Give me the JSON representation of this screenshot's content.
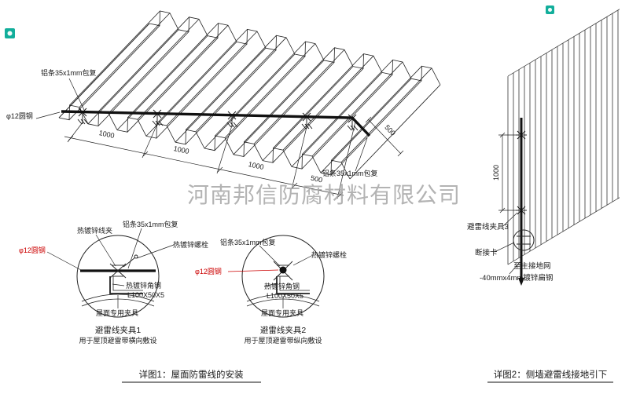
{
  "company_watermark": "河南邦信防腐材料有限公司",
  "colors": {
    "leader_red": "#cc0000",
    "badge_teal": "#12ae9b",
    "watermark_gray": "#a6a6a6"
  },
  "roof_plan": {
    "label_alu_strip_top": "铝条35x1mm包复",
    "label_alu_strip_right": "铝条35x1mm包复",
    "label_round_steel": "φ12圆钢",
    "dim_1000": "1000",
    "dim_500": "500",
    "dim_500_side": "500"
  },
  "detail_clamp1": {
    "label_wire_clamp": "热镀锌线夹",
    "label_alu_strip": "铝条35x1mm包复",
    "label_bolt": "热镀锌螺栓",
    "label_round_steel": "φ12圆钢",
    "label_angle_steel": "热镀锌角钢",
    "label_angle_spec": "L100X50X5",
    "label_roof_clamp": "屋面专用夹具",
    "title": "避雷线夹具1",
    "subtitle": "用于屋顶避雷带横向敷设"
  },
  "detail_clamp2": {
    "label_alu_strip": "铝条35x1mm包复",
    "label_bolt": "热镀锌螺栓",
    "label_round_steel": "φ12圆钢",
    "label_angle_steel": "热镀锌角钢",
    "label_angle_spec": "L100X50X5",
    "label_roof_clamp": "屋面专用夹具",
    "title": "避雷线夹具2",
    "subtitle": "用于屋顶避雷带纵向敷设"
  },
  "caption_fig1": "详图1：屋面防雷线的安装",
  "side_wall": {
    "label_clamp3": "避雷线夹具3",
    "label_disconnect": "断接卡",
    "label_to_ground": "至主接地网",
    "label_flat_steel": "-40mmx4mm镀锌扁钢",
    "dim_1000": "1000"
  },
  "caption_fig2": "详图2：侧墙避雷线接地引下"
}
